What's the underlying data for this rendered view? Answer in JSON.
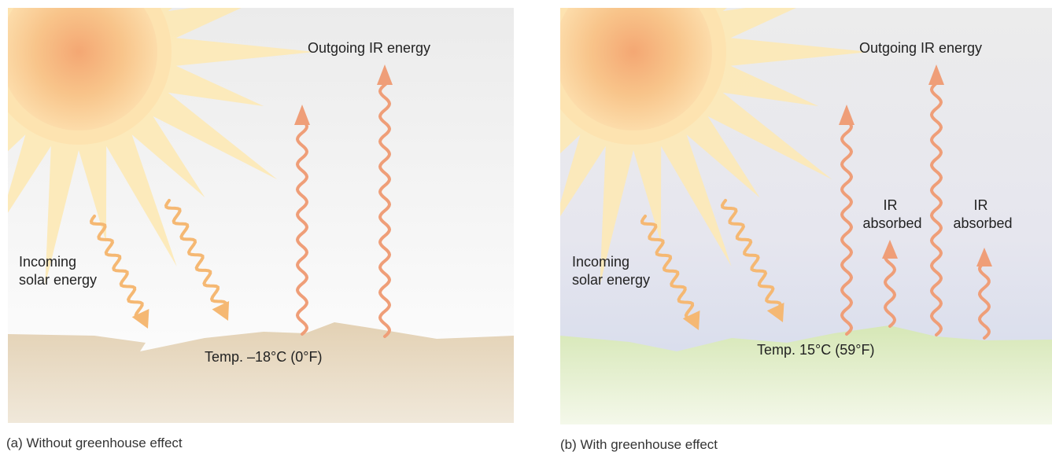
{
  "panel_a": {
    "outgoing_label": "Outgoing IR energy",
    "incoming_label_line1": "Incoming",
    "incoming_label_line2": "solar energy",
    "temperature_label": "Temp. –18°C (0°F)",
    "caption": "(a) Without greenhouse effect",
    "ground_color": "#e6d6bd"
  },
  "panel_b": {
    "outgoing_label": "Outgoing IR energy",
    "incoming_label_line1": "Incoming",
    "incoming_label_line2": "solar energy",
    "ir_absorbed_1_line1": "IR",
    "ir_absorbed_1_line2": "absorbed",
    "ir_absorbed_2_line1": "IR",
    "ir_absorbed_2_line2": "absorbed",
    "temperature_label": "Temp. 15°C (59°F)",
    "caption": "(b) With greenhouse effect",
    "ground_color": "#dbe9bf"
  },
  "colors": {
    "ir_arrow": "#ef9e78",
    "solar_arrow": "#f5b873",
    "sun_core": "#f6b67a",
    "sun_rays": "#fde9b5"
  }
}
